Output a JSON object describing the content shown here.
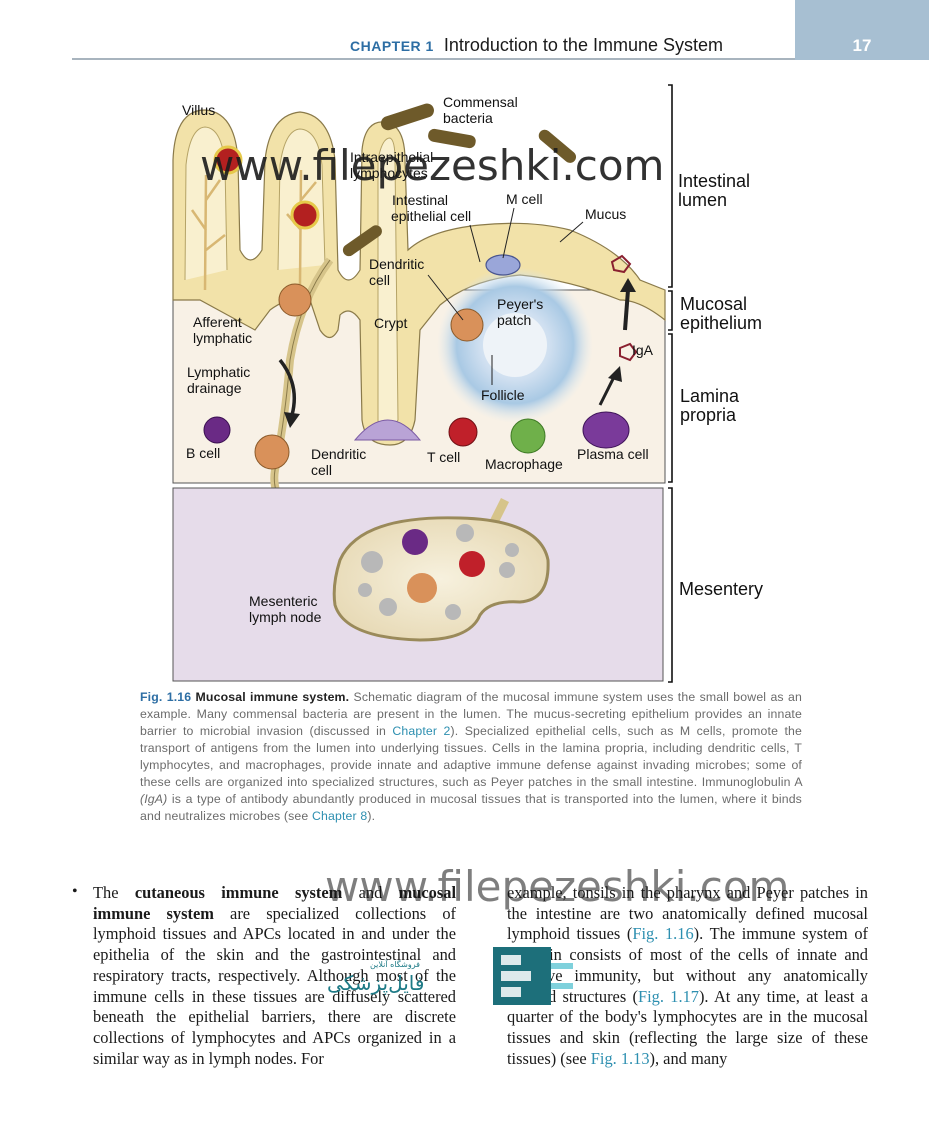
{
  "header": {
    "chapter_label": "CHAPTER 1",
    "chapter_title": "Introduction to the Immune System",
    "page_number": "17"
  },
  "figure": {
    "labels": {
      "villus": "Villus",
      "commensal_1": "Commensal",
      "commensal_2": "bacteria",
      "intraepithelial_1": "Intraepithelial",
      "intraepithelial_2": "lymphocytes",
      "intestinal_epi_1": "Intestinal",
      "intestinal_epi_2": "epithelial cell",
      "m_cell": "M cell",
      "mucus": "Mucus",
      "dendritic_1": "Dendritic",
      "dendritic_2": "cell",
      "peyers_1": "Peyer's",
      "peyers_2": "patch",
      "afferent_1": "Afferent",
      "afferent_2": "lymphatic",
      "crypt": "Crypt",
      "iga": "IgA",
      "lymphatic_1": "Lymphatic",
      "lymphatic_2": "drainage",
      "follicle": "Follicle",
      "b_cell": "B cell",
      "dendritic_b_1": "Dendritic",
      "dendritic_b_2": "cell",
      "t_cell": "T cell",
      "macrophage": "Macrophage",
      "plasma_cell": "Plasma cell",
      "mesenteric_1": "Mesenteric",
      "mesenteric_2": "lymph node"
    },
    "regions": {
      "intestinal_lumen_1": "Intestinal",
      "intestinal_lumen_2": "lumen",
      "mucosal_epithelium_1": "Mucosal",
      "mucosal_epithelium_2": "epithelium",
      "lamina_propria_1": "Lamina",
      "lamina_propria_2": "propria",
      "mesentery": "Mesentery"
    },
    "watermark": "www.filepezeshki.com"
  },
  "caption": {
    "label": "Fig. 1.16",
    "title": "Mucosal immune system.",
    "part1": "Schematic diagram of the mucosal immune system uses the small bowel as an example. Many commensal bacteria are present in the lumen. The mucus-secreting epithelium provides an innate barrier to microbial invasion (discussed in",
    "link1": "Chapter 2",
    "part2": "). Specialized epithelial cells, such as M cells, promote the transport of antigens from the lumen into underlying tissues. Cells in the lamina propria, including dendritic cells, T lymphocytes, and macrophages, provide innate and adaptive immune defense against invading microbes; some of these cells are organized into specialized structures, such as Peyer patches in the small intestine. Immunoglobulin A",
    "iga": "(IgA)",
    "part3": "is a type of antibody abundantly produced in mucosal tissues that is transported into the lumen, where it binds and neutralizes microbes (see",
    "link2": "Chapter 8",
    "part4": ")."
  },
  "body": {
    "bullet": "•",
    "left_a": "The",
    "left_b1": "cutaneous immune system",
    "left_c": "and",
    "left_b2": "mucosal immune system",
    "left_d": "are specialized collections of lymphoid tissues and APCs located in and under the epithelia of the skin and the gastrointestinal and respiratory tracts, respectively. Although most of the immune cells in these tissues are diffusely scattered beneath the epithelial barriers, there are discrete collections of lymphocytes and APCs organized in a similar way as in lymph nodes. For",
    "right_a": "example, tonsils in the pharynx and Peyer patches in the intestine are two anatomically defined mucosal lymphoid tissues (",
    "right_link1": "Fig. 1.16",
    "right_b": "). The immune system of the skin consists of most of the cells of innate and adaptive immunity, but without any anatomically defined structures (",
    "right_link2": "Fig. 1.17",
    "right_c": "). At any time, at least a quarter of the body's lymphocytes are in the mucosal tissues and skin (reflecting the large size of these tissues) (see",
    "right_link3": "Fig. 1.13",
    "right_d": "), and many"
  },
  "watermark": {
    "text": "www.filepezeshki.com",
    "logo_fa": "فایل‌پزشکی",
    "logo_sub": "فروشگاه آنلاین"
  }
}
